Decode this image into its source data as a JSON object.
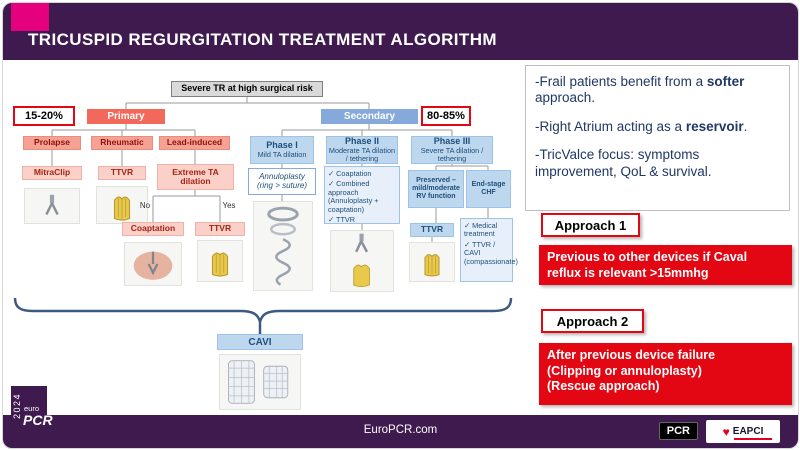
{
  "header": {
    "title": "TRICUSPID REGURGITATION TREATMENT ALGORITHM"
  },
  "flow": {
    "root": "Severe TR at high surgical risk",
    "primary_pct": "15-20%",
    "secondary_pct": "80-85%",
    "primary_label": "Primary",
    "secondary_label": "Secondary",
    "prolapse": "Prolapse",
    "rheumatic": "Rheumatic",
    "lead_induced": "Lead-induced",
    "mitraclip": "MitraClip",
    "ttvr_rheumatic": "TTVR",
    "extreme_ta": "Extreme TA dilation",
    "no": "No",
    "yes": "Yes",
    "coaptation": "Coaptation",
    "ttvr_lead": "TTVR",
    "phase1": {
      "title": "Phase I",
      "subtitle": "Mild TA dilation",
      "content": "Annuloplasty (ring > suture)"
    },
    "phase2": {
      "title": "Phase II",
      "subtitle": "Moderate TA dilation / tethering",
      "items": [
        "✓ Coaptation",
        "✓ Combined approach (Annuloplasty + coaptation)",
        "✓ TTVR"
      ]
    },
    "phase3": {
      "title": "Phase III",
      "subtitle": "Severe TA dilation / tethering",
      "preserved": "Preserved – mild/moderate RV function",
      "endstage": "End-stage CHF",
      "preserved_treatment": "TTVR",
      "endstage_items": [
        "✓ Medical treatment",
        "✓ TTVR / CAVI (compassionate)"
      ]
    },
    "cavi": "CAVI"
  },
  "notes": [
    {
      "prefix": "-Frail patients benefit from a ",
      "bold": "softer",
      "suffix": " approach."
    },
    {
      "prefix": "-Right Atrium acting as a ",
      "bold": "reservoir",
      "suffix": "."
    },
    {
      "prefix": "-TricValce focus: symptoms improvement, QoL & survival.",
      "bold": "",
      "suffix": ""
    }
  ],
  "approaches": {
    "a1_label": "Approach 1",
    "a1_text": "Previous to other devices if Caval reflux is relevant >15mmhg",
    "a2_label": "Approach 2",
    "a2_text": "After previous device failure\n(Clipping or annuloplasty)\n(Rescue approach)"
  },
  "footer": {
    "url": "EuroPCR.com",
    "pcr_badge": "PCR",
    "eapci": "EAPCI",
    "brand_euro": "euro",
    "brand_pcr": "PCR",
    "brand_year": "2024"
  },
  "colors": {
    "header_purple": "#3e1a4e",
    "accent_pink": "#e5007d",
    "accent_red": "#e30613",
    "primary_salmon": "#f2695c",
    "secondary_blue": "#84a9da",
    "phase_blue": "#bdd7ee",
    "navy_text": "#203864"
  }
}
